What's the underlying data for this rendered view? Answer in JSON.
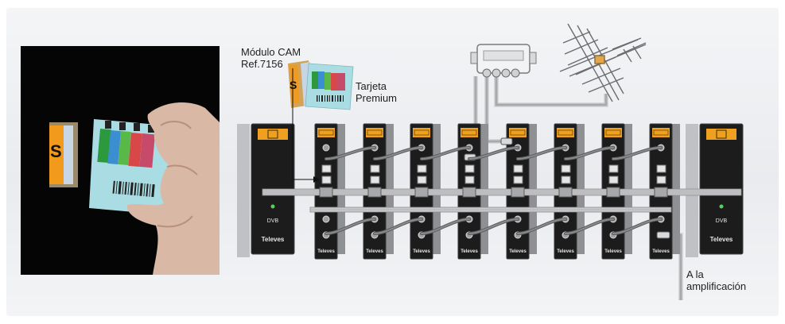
{
  "labels": {
    "cam_line1": "Módulo CAM",
    "cam_line2": "Ref.7156",
    "card_line1": "Tarjeta",
    "card_line2": "Premium",
    "out_line1": "A la",
    "out_line2": "amplificación"
  },
  "brand": "Televes",
  "module_code": "DVB",
  "colors": {
    "orange": "#f0a020",
    "module": "#1c1c1c",
    "cable": "#8a8a8a",
    "card": "#a9dde3"
  }
}
